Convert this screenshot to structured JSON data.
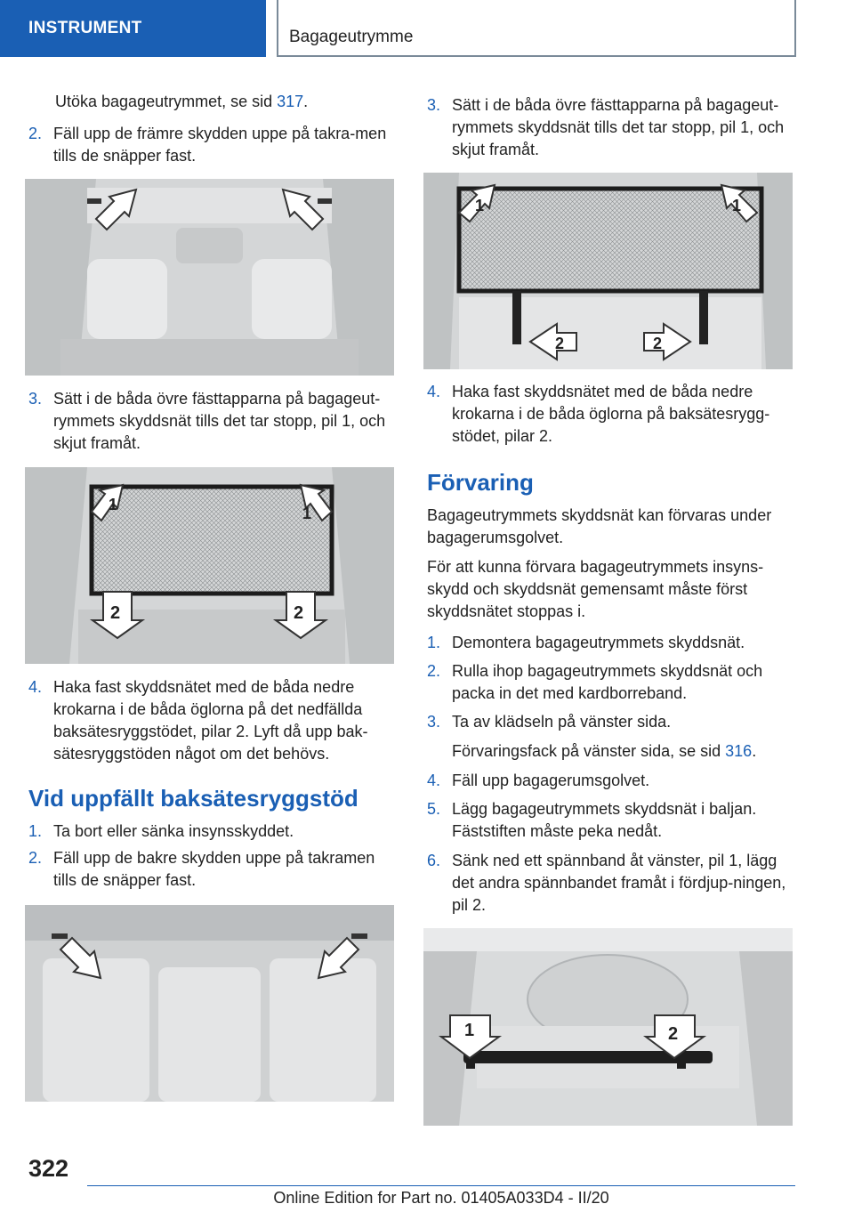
{
  "header": {
    "section": "INSTRUMENT",
    "chapter": "Bagageutrymme"
  },
  "left_column": {
    "intro": {
      "text": "Utöka bagageutrymmet, se sid ",
      "link": "317",
      "suffix": "."
    },
    "step2a": {
      "num": "2.",
      "text": "Fäll upp de främre skydden uppe på takra-men tills de snäpper fast."
    },
    "step3a": {
      "num": "3.",
      "text": "Sätt i de båda övre fästtapparna på bagageut-rymmets skyddsnät tills det tar stopp, pil 1, och skjut framåt."
    },
    "step4a": {
      "num": "4.",
      "text": "Haka fast skyddsnätet med de båda nedre krokarna i de båda öglorna på det nedfällda baksätesryggstödet, pilar 2. Lyft då upp bak-sätesryggstöden något om det behövs."
    },
    "heading": "Vid uppfällt baksätesryggstöd",
    "step1b": {
      "num": "1.",
      "text": "Ta bort eller sänka insynsskyddet."
    },
    "step2b": {
      "num": "2.",
      "text": "Fäll upp de bakre skydden uppe på takramen tills de snäpper fast."
    }
  },
  "right_column": {
    "step3": {
      "num": "3.",
      "text": "Sätt i de båda övre fästtapparna på bagageut-rymmets skyddsnät tills det tar stopp, pil 1, och skjut framåt."
    },
    "step4": {
      "num": "4.",
      "text": "Haka fast skyddsnätet med de båda nedre krokarna i de båda öglorna på baksätesrygg-stödet, pilar 2."
    },
    "heading": "Förvaring",
    "para1": "Bagageutrymmets skyddsnät kan förvaras under bagagerumsgolvet.",
    "para2": "För att kunna förvara bagageutrymmets insyns-skydd och skyddsnät gemensamt måste först skyddsnätet stoppas i.",
    "steps": [
      {
        "num": "1.",
        "text": "Demontera bagageutrymmets skyddsnät."
      },
      {
        "num": "2.",
        "text": "Rulla ihop bagageutrymmets skyddsnät och packa in det med kardborreband."
      },
      {
        "num": "3.",
        "text": "Ta av klädseln på vänster sida."
      },
      {
        "num": "4.",
        "text": "Fäll upp bagagerumsgolvet."
      },
      {
        "num": "5.",
        "text": "Lägg bagageutrymmets skyddsnät i baljan. Fäststiften måste peka nedåt."
      },
      {
        "num": "6.",
        "text": "Sänk ned ett spännband åt vänster, pil 1, lägg det andra spännbandet framåt i fördjup-ningen, pil 2."
      }
    ],
    "sub3": {
      "text": "Förvaringsfack på vänster sida, se sid ",
      "link": "316",
      "suffix": "."
    }
  },
  "figures": {
    "arrow1": "1",
    "arrow2": "2"
  },
  "footer": {
    "page_number": "322",
    "edition": "Online Edition for Part no. 01405A033D4 - II/20"
  },
  "colors": {
    "accent": "#1a5fb4",
    "divider": "#7a8a99",
    "photo_bg": "#d9dbdc"
  }
}
